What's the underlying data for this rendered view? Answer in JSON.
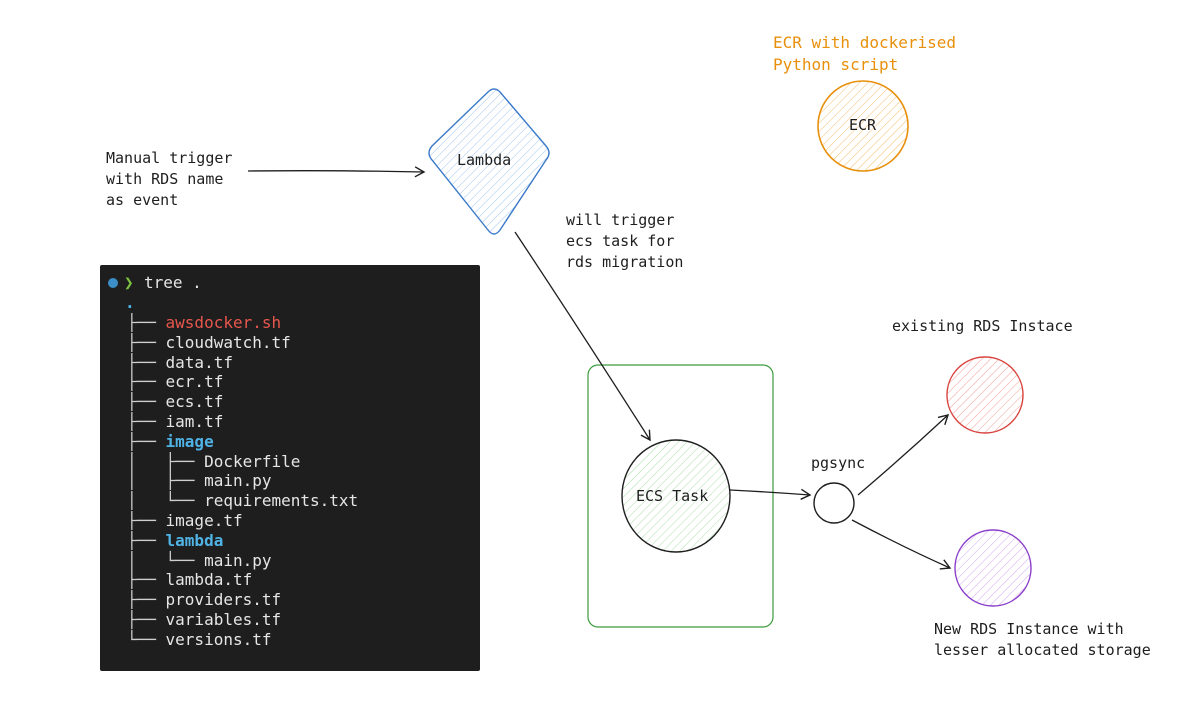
{
  "labels": {
    "manual_trigger": "Manual trigger\nwith RDS name\nas event",
    "lambda": "Lambda",
    "ecr_caption": "ECR with dockerised\nPython script",
    "ecr": "ECR",
    "will_trigger": "will trigger\necs task for\nrds migration",
    "ecs_task": "ECS Task",
    "pgsync": "pgsync",
    "existing_rds": "existing RDS Instace",
    "new_rds": "New RDS Instance with\nlesser allocated storage"
  },
  "colors": {
    "lambda": "#3a79c9",
    "ecr": "#e8900c",
    "ecs": "#3c9a3c",
    "existing_rds": "#d9433e",
    "new_rds": "#8b3fc9",
    "terminal_bg": "#1e1e1e"
  },
  "terminal": {
    "prompt_symbol": "❯",
    "command": "tree .",
    "root": ".",
    "entries": [
      {
        "prefix": "├── ",
        "name": "awsdocker.sh",
        "style": "red"
      },
      {
        "prefix": "├── ",
        "name": "cloudwatch.tf",
        "style": "normal"
      },
      {
        "prefix": "├── ",
        "name": "data.tf",
        "style": "normal"
      },
      {
        "prefix": "├── ",
        "name": "ecr.tf",
        "style": "normal"
      },
      {
        "prefix": "├── ",
        "name": "ecs.tf",
        "style": "normal"
      },
      {
        "prefix": "├── ",
        "name": "iam.tf",
        "style": "normal"
      },
      {
        "prefix": "├── ",
        "name": "image",
        "style": "dir"
      },
      {
        "prefix": "│   ├── ",
        "name": "Dockerfile",
        "style": "normal"
      },
      {
        "prefix": "│   ├── ",
        "name": "main.py",
        "style": "normal"
      },
      {
        "prefix": "│   └── ",
        "name": "requirements.txt",
        "style": "normal"
      },
      {
        "prefix": "├── ",
        "name": "image.tf",
        "style": "normal"
      },
      {
        "prefix": "├── ",
        "name": "lambda",
        "style": "dir"
      },
      {
        "prefix": "│   └── ",
        "name": "main.py",
        "style": "normal"
      },
      {
        "prefix": "├── ",
        "name": "lambda.tf",
        "style": "normal"
      },
      {
        "prefix": "├── ",
        "name": "providers.tf",
        "style": "normal"
      },
      {
        "prefix": "├── ",
        "name": "variables.tf",
        "style": "normal"
      },
      {
        "prefix": "└── ",
        "name": "versions.tf",
        "style": "normal"
      }
    ]
  }
}
